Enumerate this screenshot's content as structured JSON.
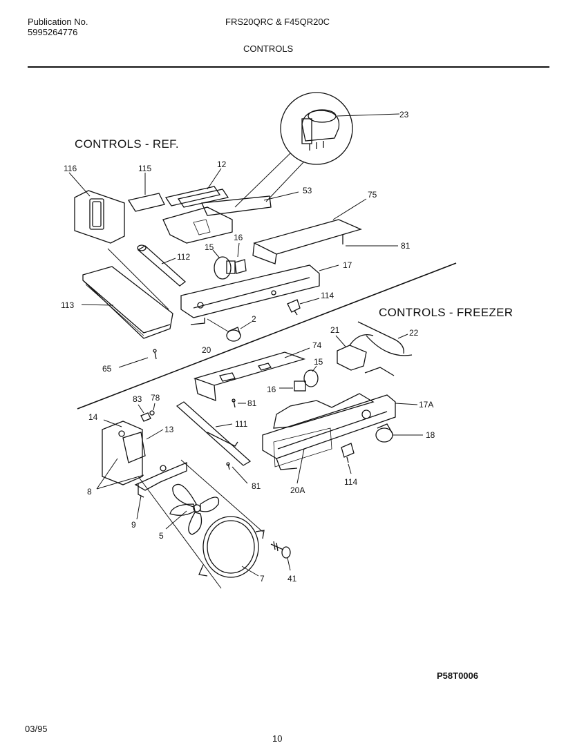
{
  "header": {
    "publication_label": "Publication No.",
    "publication_number": "5995264776",
    "model": "FRS20QRC & F45QR20C",
    "page_heading": "CONTROLS"
  },
  "sections": {
    "refrigerator": "CONTROLS - REF.",
    "freezer": "CONTROLS - FREEZER"
  },
  "callouts": {
    "c23": "23",
    "c116": "116",
    "c115": "115",
    "c12": "12",
    "c53": "53",
    "c75": "75",
    "c81a": "81",
    "c15a": "15",
    "c16a": "16",
    "c112": "112",
    "c17": "17",
    "c113": "113",
    "c114a": "114",
    "c2": "2",
    "c20": "20",
    "c65": "65",
    "c74": "74",
    "c21": "21",
    "c22": "22",
    "c15b": "15",
    "c16b": "16",
    "c83": "83",
    "c78": "78",
    "c81b": "81",
    "c17a": "17A",
    "c14": "14",
    "c111": "111",
    "c13": "13",
    "c18": "18",
    "c8": "8",
    "c81c": "81",
    "c20a": "20A",
    "c114b": "114",
    "c9": "9",
    "c5": "5",
    "c7": "7",
    "c41": "41"
  },
  "footer": {
    "date": "03/95",
    "page_number": "10",
    "diagram_code": "P58T0006"
  }
}
